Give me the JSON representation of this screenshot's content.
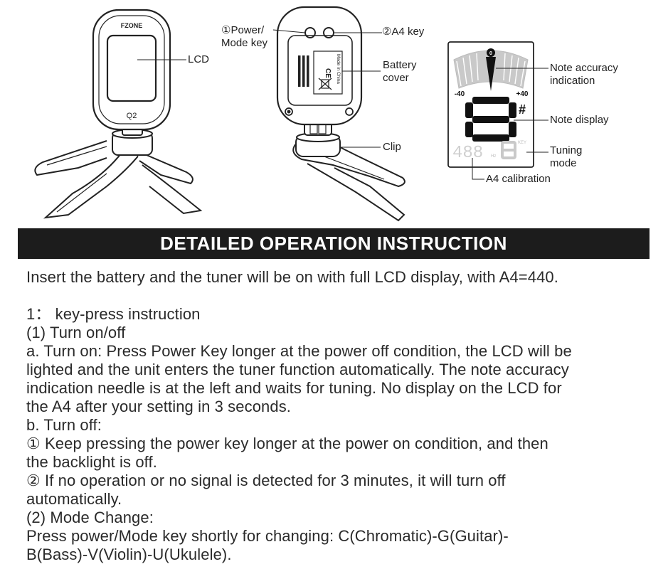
{
  "front": {
    "brand": "FZONE",
    "model": "Q2"
  },
  "back": {
    "made_in": "Made in China",
    "ce_mark": "CE"
  },
  "labels": {
    "lcd": "LCD",
    "power_line1": "①Power/",
    "power_line2": "Mode key",
    "a4_key": "②A4  key",
    "battery_line1": "Battery",
    "battery_line2": "cover",
    "clip": "Clip",
    "accuracy_line1": "Note accuracy",
    "accuracy_line2": "indication",
    "note_display": "Note display",
    "tuning_line1": "Tuning",
    "tuning_line2": "mode",
    "a4_calibration": "A4 calibration"
  },
  "display": {
    "minus": "-40",
    "plus": "+40",
    "zero": "0",
    "freq": "488",
    "hz": "Hz",
    "key": "KEY",
    "sharp": "#"
  },
  "banner": "DETAILED OPERATION INSTRUCTION",
  "paragraphs": [
    "Insert the battery and the tuner will be on with full LCD display, with A4=440.",
    "",
    "1： key-press instruction",
    "(1) Turn on/off",
    "a. Turn on: Press Power Key longer at the power off condition, the LCD will be",
    "lighted and the unit enters the tuner function automatically. The note accuracy",
    "indication needle is at the left and waits for tuning. No display on the LCD for",
    "the A4 after your setting in 3 seconds.",
    "b. Turn off:",
    "①  Keep pressing the power key longer at the power on condition, and then",
    "the backlight is off.",
    "②  If no operation or no signal is detected for 3 minutes, it will turn off",
    "automatically.",
    "(2) Mode Change:",
    "Press power/Mode key shortly for changing: C(Chromatic)-G(Guitar)-",
    "B(Bass)-V(Violin)-U(Ukulele)."
  ]
}
